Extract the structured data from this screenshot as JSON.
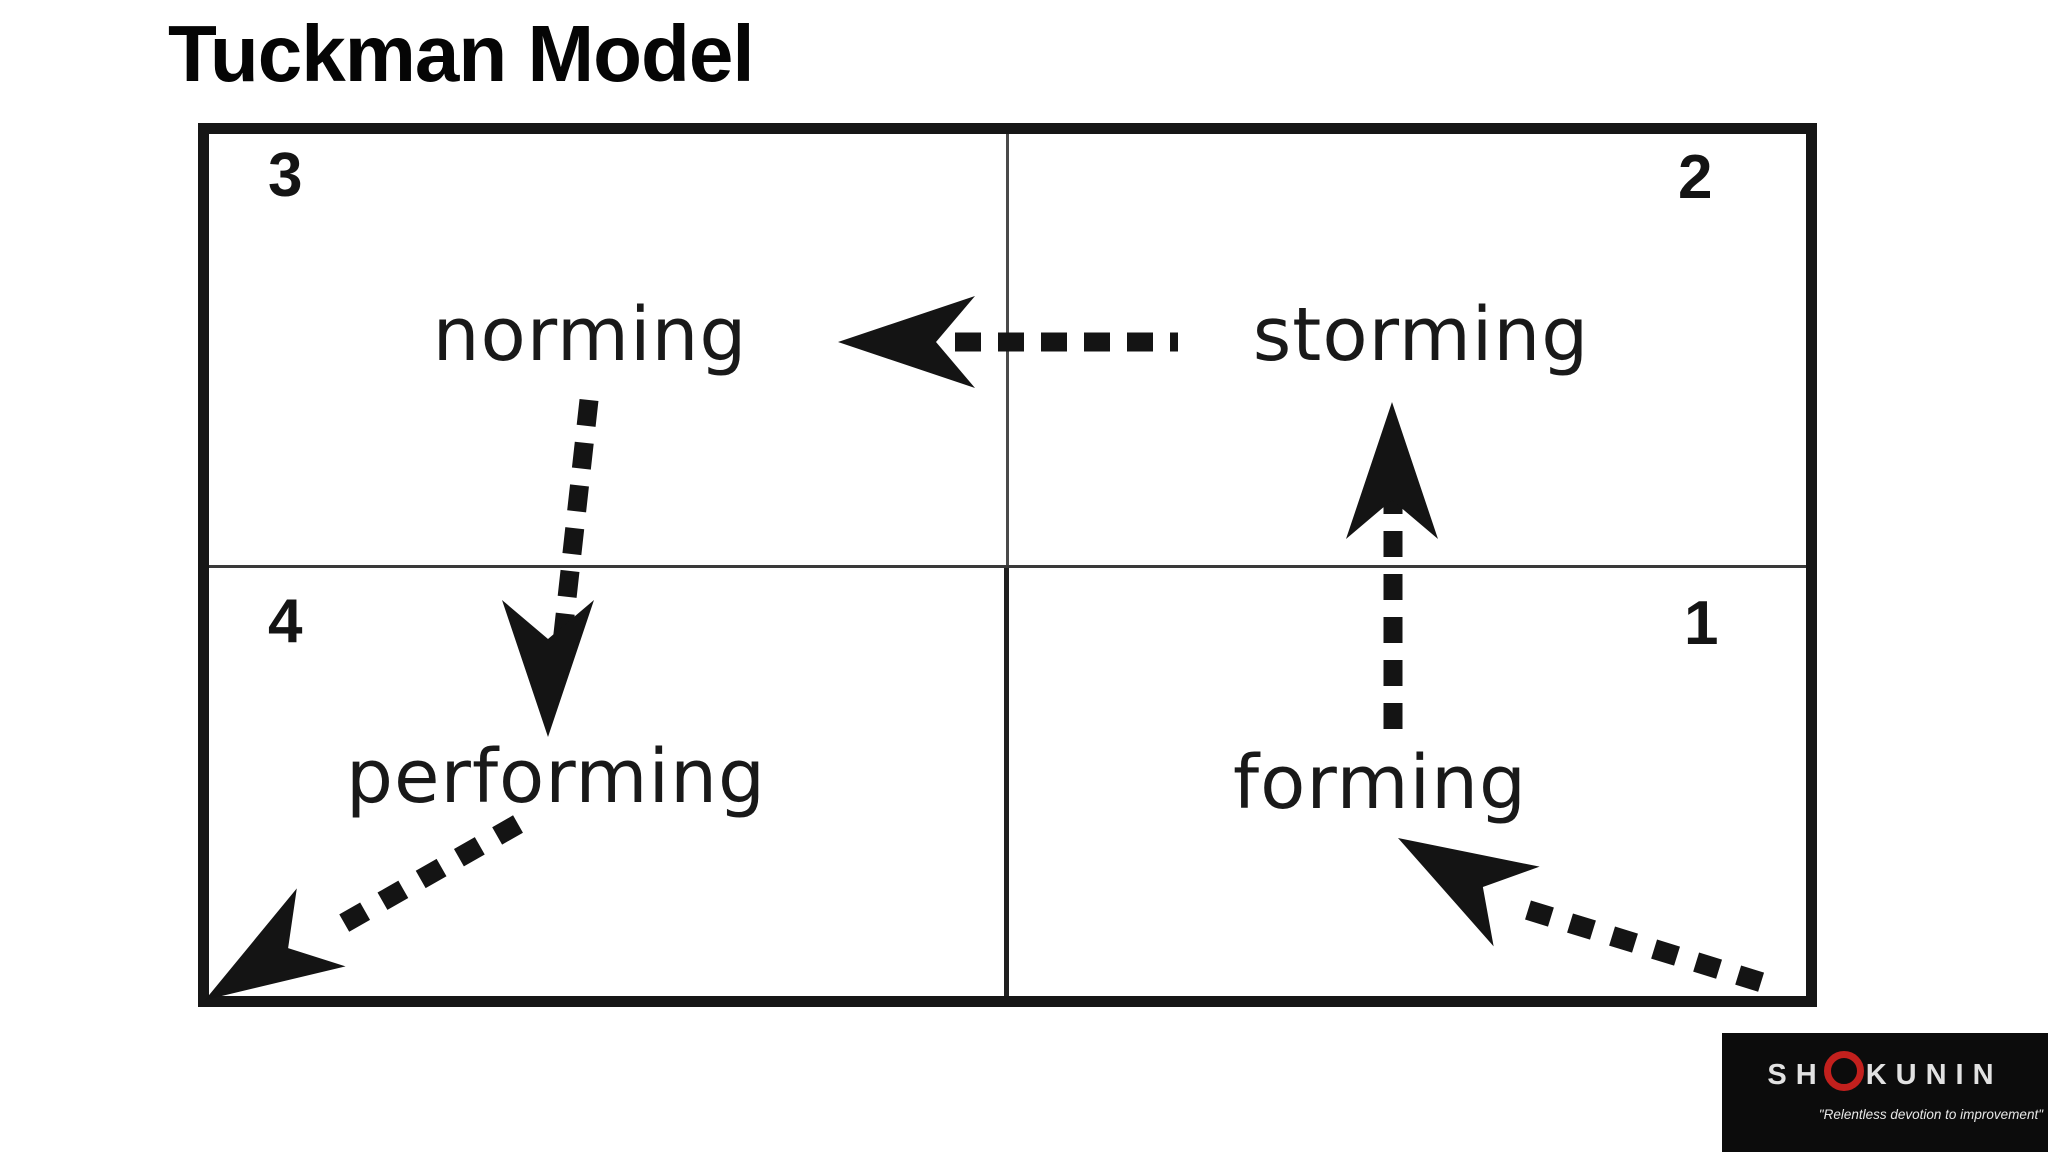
{
  "title": "Tuckman Model",
  "diagram": {
    "quadrants": [
      {
        "number": "3",
        "label": "norming",
        "position": "top-left"
      },
      {
        "number": "2",
        "label": "storming",
        "position": "top-right"
      },
      {
        "number": "4",
        "label": "performing",
        "position": "bottom-left"
      },
      {
        "number": "1",
        "label": "forming",
        "position": "bottom-right"
      }
    ],
    "flow_order": [
      "forming",
      "storming",
      "norming",
      "performing"
    ],
    "arrows": [
      {
        "from": "entry-bottom-right",
        "to": "forming",
        "style": "dashed",
        "direction": "up-left"
      },
      {
        "from": "forming",
        "to": "storming",
        "style": "dashed",
        "direction": "up"
      },
      {
        "from": "storming",
        "to": "norming",
        "style": "dashed",
        "direction": "left"
      },
      {
        "from": "norming",
        "to": "performing",
        "style": "dashed",
        "direction": "down"
      },
      {
        "from": "performing",
        "to": "exit-bottom-left",
        "style": "dashed",
        "direction": "down-left"
      }
    ]
  },
  "logo": {
    "brand_pre": "SH",
    "brand_post": "KUNIN",
    "brand_full": "SHOKUNIN",
    "tagline": "\"Relentless devotion to improvement\""
  },
  "colors": {
    "ink": "#161616",
    "divider": "#3a3a3a",
    "logo_bg": "#0c0c0c",
    "logo_accent_red": "#c2201d",
    "logo_text": "#e2e2e2",
    "background": "#ffffff"
  }
}
